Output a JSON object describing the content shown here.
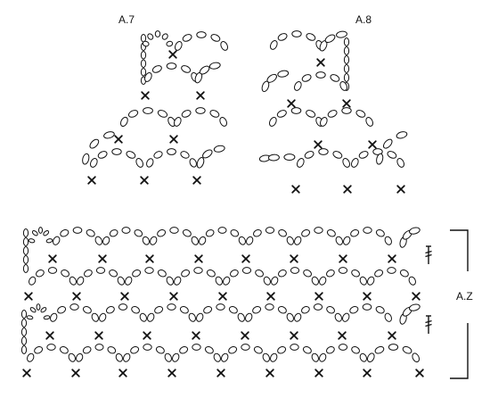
{
  "diagrams": [
    {
      "label": "A.7"
    },
    {
      "label": "A.8"
    },
    {
      "label": "A.Z"
    }
  ]
}
